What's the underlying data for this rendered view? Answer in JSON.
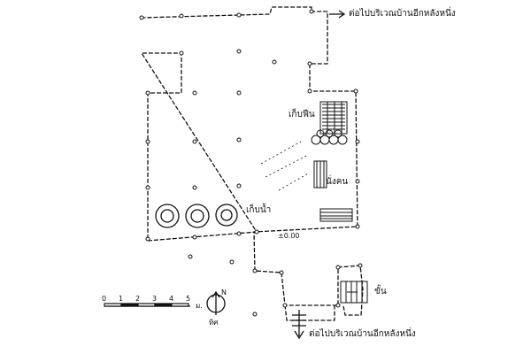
{
  "labels": {
    "exit_top": "ต่อไปบริเวณบ้านอีกหลังหนึ่ง",
    "exit_bottom": "ต่อไปบริเวณบ้านอีกหลังหนึ่ง",
    "firewood_store": "เก็บฟืน",
    "water_store": "เก็บน้ำ",
    "bedroom": "นั่งคน",
    "stairs": "ขั้น",
    "level": "±0.00",
    "north": "N",
    "north_sub": "ทิศ",
    "scale_unit": "ม."
  },
  "scale_bar": {
    "ticks": [
      "0",
      "1",
      "2",
      "3",
      "4",
      "5"
    ]
  },
  "colors": {
    "ink": "#111111",
    "paper": "#ffffff"
  }
}
